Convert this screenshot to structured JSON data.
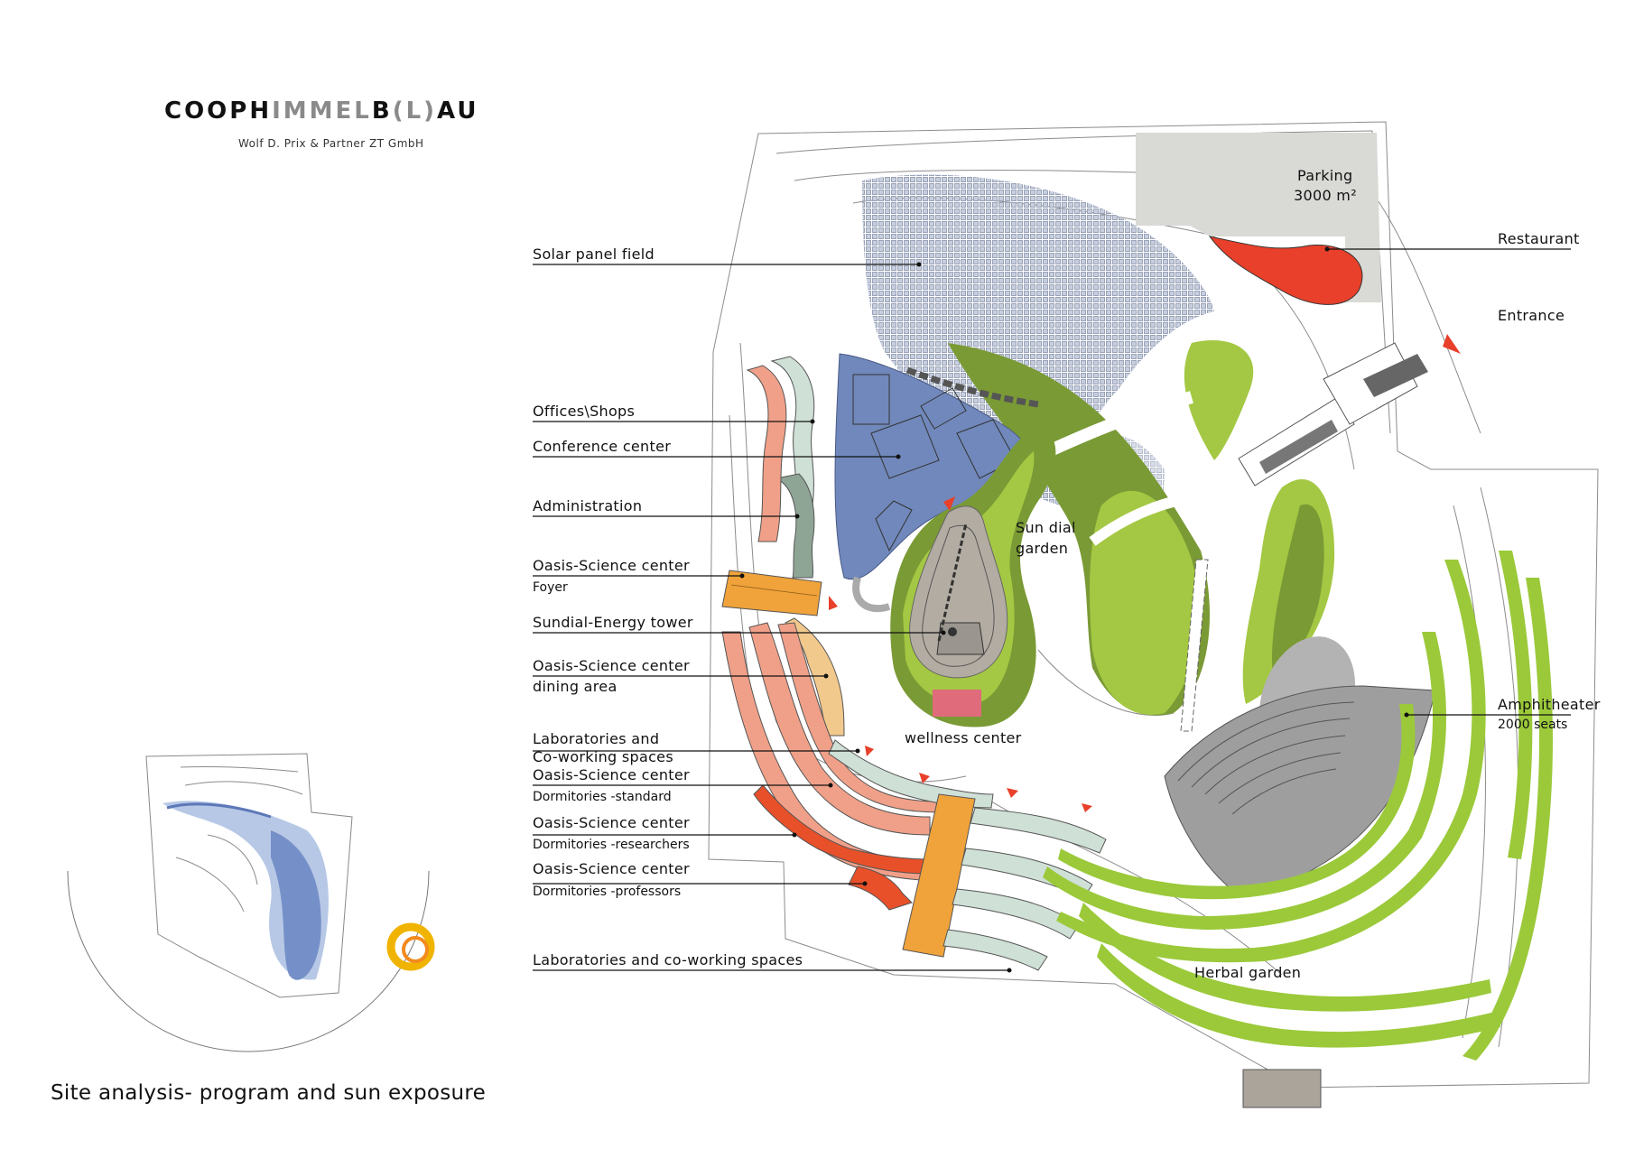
{
  "brand": {
    "logo_part1": "COOPH",
    "logo_part2": "IMMEL",
    "logo_part3": "B",
    "logo_part4": "(L)",
    "logo_part5": "AU",
    "subtitle": "Wolf D. Prix & Partner ZT GmbH"
  },
  "caption": "Site analysis- program and sun exposure",
  "labels": {
    "solar": "Solar panel field",
    "offices": "Offices\\Shops",
    "conference": "Conference center",
    "administration": "Administration",
    "foyer_1": "Oasis-Science center",
    "foyer_2": "Foyer",
    "sundial_tower": "Sundial-Energy tower",
    "dining_1": "Oasis-Science center",
    "dining_2": "dining area",
    "labs_1": "Laboratories and",
    "labs_2": "Co-working spaces",
    "dorm_std_1": "Oasis-Science center",
    "dorm_std_2": "Dormitories -standard",
    "dorm_res_1": "Oasis-Science center",
    "dorm_res_2": "Dormitories -researchers",
    "dorm_prof_1": "Oasis-Science center",
    "dorm_prof_2": "Dormitories -professors",
    "labs_bottom": "Laboratories and co-working spaces",
    "parking_1": "Parking",
    "parking_2": "3000 m²",
    "restaurant": "Restaurant",
    "entrance": "Entrance",
    "sundial_garden_1": "Sun dial",
    "sundial_garden_2": "garden",
    "wellness": "wellness center",
    "amphitheater": "Amphitheater",
    "amphitheater_seats": "2000 seats",
    "herbal": "Herbal garden"
  },
  "colors": {
    "conference_blue": "#7088bb",
    "dark_green": "#7a9a35",
    "lime_green": "#a4c843",
    "bright_green": "#9bc93a",
    "red": "#e8402a",
    "orange": "#f0a33a",
    "salmon": "#f0a088",
    "pale_green": "#cfe0d6",
    "dark_sage": "#8ea596",
    "peach": "#f2c98c",
    "grey": "#9e9e9e",
    "parking_grey": "#d9d9d6"
  }
}
